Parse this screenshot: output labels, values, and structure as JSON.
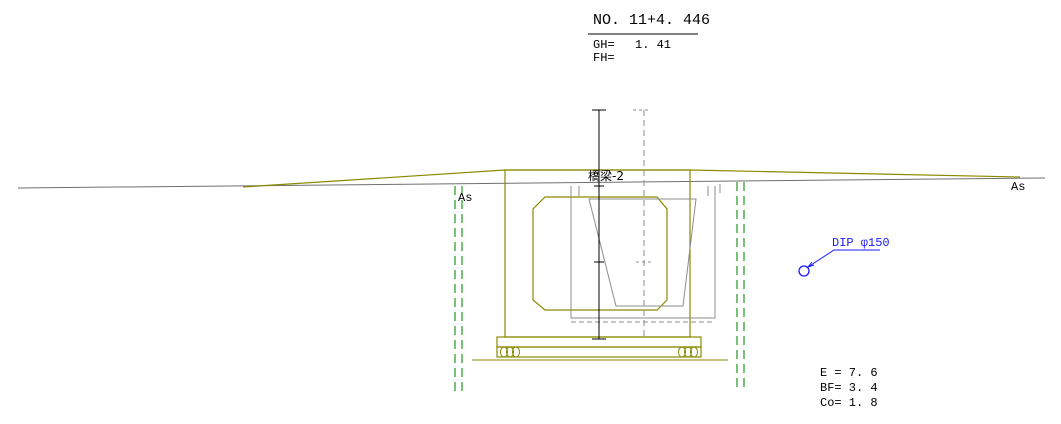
{
  "station": {
    "label": "NO. 11+4. 446",
    "gh_label": "GH=",
    "gh_value": "1. 41",
    "fh_label": "FH="
  },
  "structure_label": "橋梁-2",
  "pavement_labels": {
    "left": "As",
    "right": "As"
  },
  "pipe": {
    "label": "DIP φ150",
    "color": "#1a1aff"
  },
  "summary": {
    "e": "E = 7. 6",
    "bf": "BF= 3. 4",
    "co": "Co= 1. 8"
  },
  "colors": {
    "ground_line": "#6f6f6f",
    "culvert": "#8a8a00",
    "sheet_pile": "#1e9a1e",
    "center_line": "#000000",
    "hidden_lines": "#8c8c8c"
  }
}
